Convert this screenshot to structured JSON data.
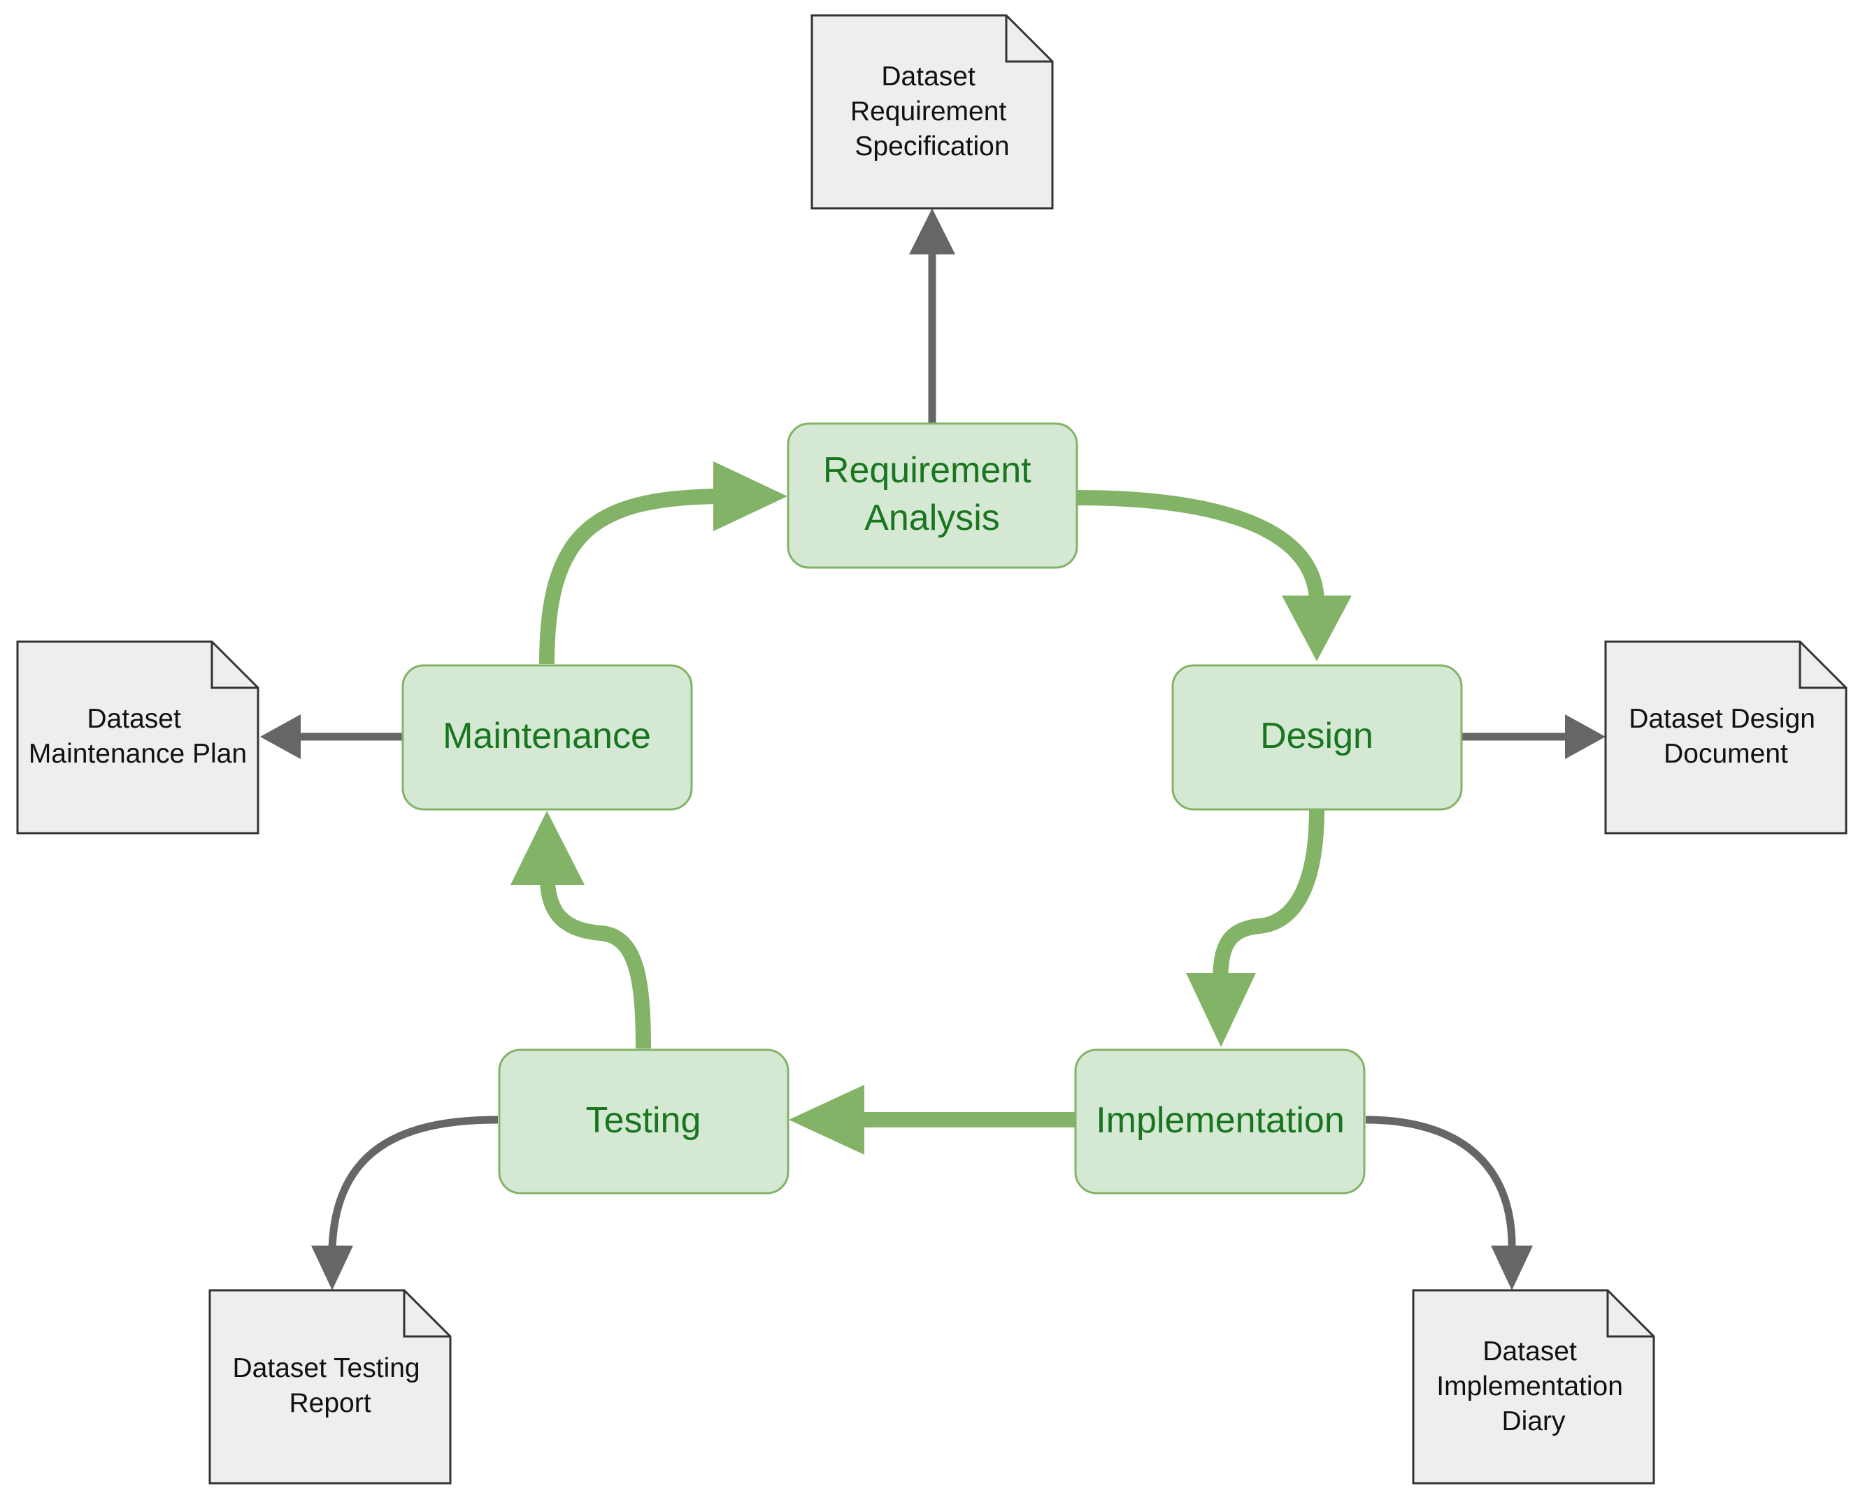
{
  "colors": {
    "stage_fill": "#d5e8d4",
    "stage_stroke": "#82b366",
    "stage_text": "#18761e",
    "cycle_arrow": "#82b366",
    "doc_fill": "#eeeeee",
    "doc_stroke": "#333333",
    "output_arrow": "#666666"
  },
  "stages": {
    "requirement_analysis": {
      "lines": [
        "Requirement",
        "Analysis"
      ]
    },
    "design": {
      "lines": [
        "Design"
      ]
    },
    "implementation": {
      "lines": [
        "Implementation"
      ]
    },
    "testing": {
      "lines": [
        "Testing"
      ]
    },
    "maintenance": {
      "lines": [
        "Maintenance"
      ]
    }
  },
  "documents": {
    "requirement_spec": {
      "lines": [
        "Dataset",
        "Requirement",
        "Specification"
      ]
    },
    "design_doc": {
      "lines": [
        "Dataset Design",
        "Document"
      ]
    },
    "implementation_diary": {
      "lines": [
        "Dataset",
        "Implementation",
        "Diary"
      ]
    },
    "testing_report": {
      "lines": [
        "Dataset Testing",
        "Report"
      ]
    },
    "maintenance_plan": {
      "lines": [
        "Dataset",
        "Maintenance Plan"
      ]
    }
  }
}
